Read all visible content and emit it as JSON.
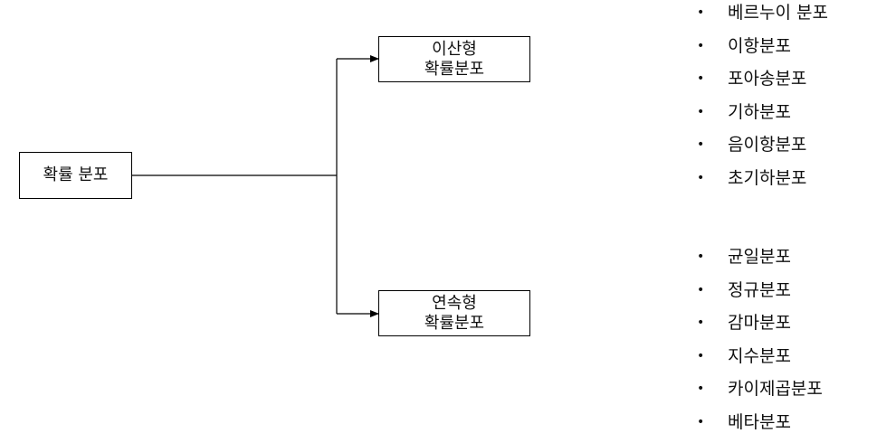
{
  "root": {
    "label": "확률 분포"
  },
  "branches": {
    "discrete": {
      "line1": "이산형",
      "line2": "확률분포"
    },
    "continuous": {
      "line1": "연속형",
      "line2": "확률분포"
    }
  },
  "bullet": "•",
  "discrete_items": [
    "베르누이 분포",
    "이항분포",
    "포아송분포",
    "기하분포",
    "음이항분포",
    "초기하분포"
  ],
  "continuous_items": [
    "균일분포",
    "정규분포",
    "감마분포",
    "지수분포",
    "카이제곱분포",
    "베타분포"
  ]
}
